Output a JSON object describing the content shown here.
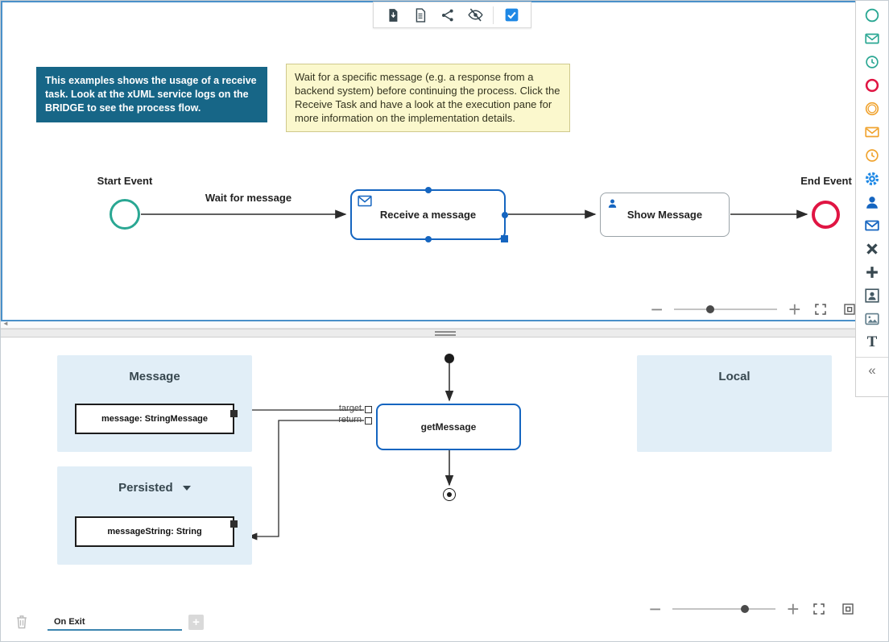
{
  "toolbar": {
    "icons": [
      {
        "name": "export-document-icon"
      },
      {
        "name": "document-icon"
      },
      {
        "name": "share-icon"
      },
      {
        "name": "hide-icon"
      },
      {
        "name": "validate-checkbox-icon"
      }
    ]
  },
  "bpmn": {
    "info_note": "This examples shows the usage of a receive task. Look at the xUML service logs on the BRIDGE to see the process flow.",
    "yellow_note": "Wait for a specific message (e.g. a response from a backend system) before continuing the process. Click the Receive Task and have a look at the execution pane for more information on the implementation details.",
    "start_event": {
      "label": "Start Event"
    },
    "end_event": {
      "label": "End Event"
    },
    "sequence_flow": {
      "label": "Wait for message"
    },
    "receive_task": {
      "label": "Receive a message"
    },
    "user_task": {
      "label": "Show Message"
    }
  },
  "palette": {
    "items": [
      {
        "name": "start-event-icon"
      },
      {
        "name": "message-start-event-icon"
      },
      {
        "name": "timer-start-event-icon"
      },
      {
        "name": "end-event-icon"
      },
      {
        "name": "intermediate-event-icon"
      },
      {
        "name": "message-intermediate-event-icon"
      },
      {
        "name": "timer-intermediate-event-icon"
      },
      {
        "name": "service-task-icon"
      },
      {
        "name": "user-task-icon"
      },
      {
        "name": "receive-task-icon"
      },
      {
        "name": "exclusive-gateway-icon"
      },
      {
        "name": "parallel-gateway-icon"
      },
      {
        "name": "participant-icon"
      },
      {
        "name": "image-icon"
      },
      {
        "name": "text-annotation-icon",
        "glyph": "T"
      },
      {
        "name": "collapse-palette-icon",
        "glyph": "«"
      }
    ]
  },
  "mapping": {
    "panels": {
      "message": {
        "title": "Message",
        "item": "message: StringMessage"
      },
      "persisted": {
        "title": "Persisted",
        "item": "messageString: String"
      },
      "local": {
        "title": "Local"
      }
    },
    "action": {
      "label": "getMessage"
    },
    "ports": {
      "target": "target",
      "return": "return"
    }
  },
  "zoom": {
    "minus": "−",
    "plus": "+"
  },
  "footer": {
    "tab": "On Exit",
    "add": "+"
  },
  "colors": {
    "canvas_border": "#4a90c9",
    "info_bg": "#176687",
    "note_bg": "#fbf8cd",
    "start_event": "#2aa793",
    "end_event": "#e01543",
    "selected_task": "#1565c0",
    "orange": "#f0a32f",
    "dark_icon": "#37474f",
    "panel_bg": "#e1eef7",
    "tab_underline": "#3d85b0"
  }
}
